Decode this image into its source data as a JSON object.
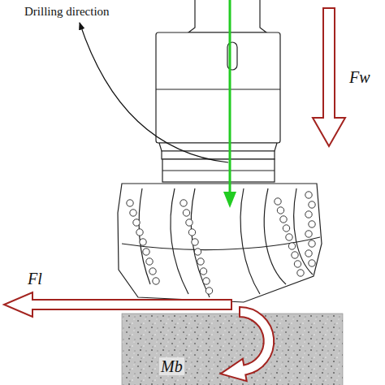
{
  "diagram": {
    "labels": [
      "Drilling direction",
      "Fw",
      "Fl",
      "Mb"
    ]
  }
}
